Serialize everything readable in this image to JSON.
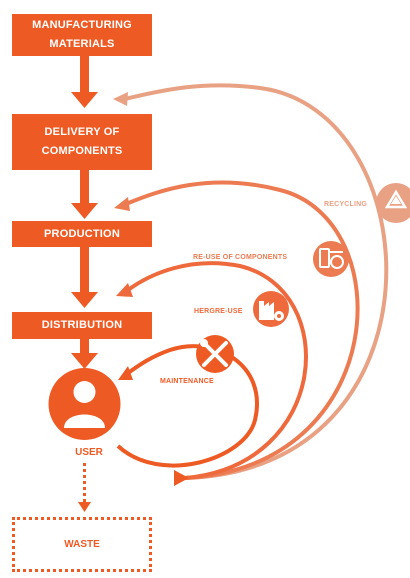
{
  "steps": [
    {
      "label": "MANUFACTURING\nMATERIALS"
    },
    {
      "label": "DELIVERY OF\nCOMPONENTS"
    },
    {
      "label": "PRODUCTION"
    },
    {
      "label": "DISTRIBUTION"
    }
  ],
  "loops": {
    "recycling": "RECYCLING",
    "reuse_components": "RE-USE OF COMPONENTS",
    "hergre_use": "HERGRE-USE",
    "maintenance": "MAINTENANCE"
  },
  "user": {
    "label": "USER"
  },
  "waste": {
    "label": "WASTE"
  },
  "colors": {
    "primary": "#ee5a24",
    "recycling": "#e9a184",
    "reuse": "#ec7b52",
    "hergre": "#ee6a3c"
  },
  "icons": {
    "recycling": "recycling-icon",
    "reuse_components": "components-gear-icon",
    "hergre_use": "factory-gear-icon",
    "maintenance": "wrench-screwdriver-icon",
    "user": "user-avatar-icon"
  }
}
